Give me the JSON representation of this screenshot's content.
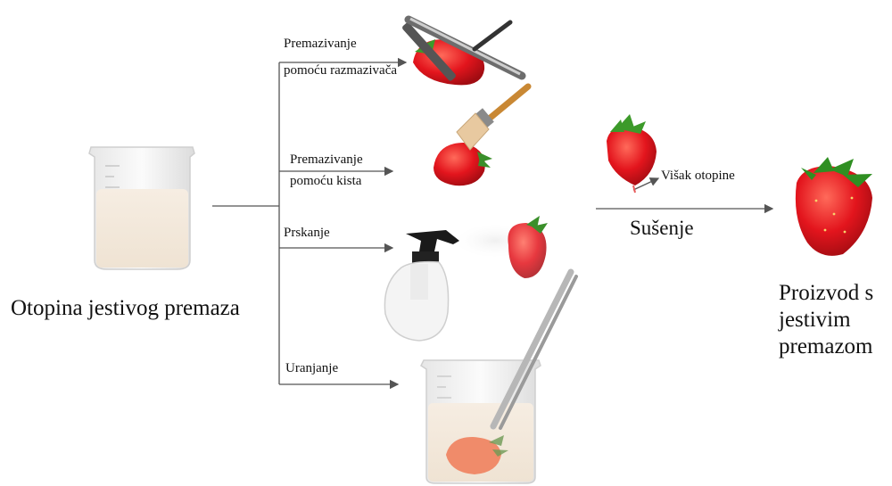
{
  "diagram": {
    "source_label": "Otopina jestivog premaza",
    "methods": [
      {
        "line1": "Premazivanje",
        "line2": "pomoću razmazivača"
      },
      {
        "line1": "Premazivanje",
        "line2": "pomoću kista"
      },
      {
        "line1": "Prskanje",
        "line2": ""
      },
      {
        "line1": "Uranjanje",
        "line2": ""
      }
    ],
    "excess_label": "Višak otopine",
    "drying_label": "Sušenje",
    "product_label": {
      "line1": "Proizvod s",
      "line2": "jestivim",
      "line3": "premazom"
    }
  }
}
